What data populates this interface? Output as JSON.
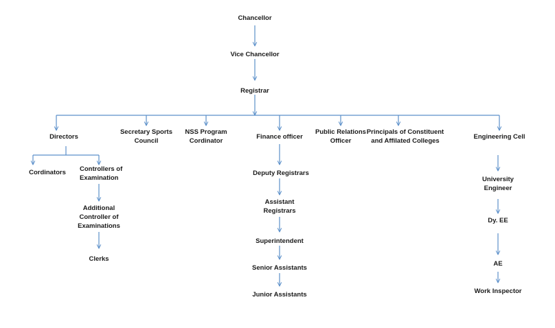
{
  "nodes": {
    "chancellor": "Chancellor",
    "vice_chancellor": "Vice Chancellor",
    "registrar": "Registrar",
    "directors": "Directors",
    "secretary_sports": [
      "Secretary Sports",
      "Council"
    ],
    "nss": [
      "NSS Program",
      "Cordinator"
    ],
    "finance_officer": "Finance officer",
    "public_relations": [
      "Public Relations",
      "Officer"
    ],
    "principals": [
      "Principals of Constituent",
      "and Affilated Colleges"
    ],
    "engineering_cell": "Engineering Cell",
    "cordinators": "Cordinators",
    "controllers": [
      "Controllers of",
      "Examination"
    ],
    "additional_controller": [
      "Additional",
      "Controller of",
      "Examinations"
    ],
    "clerks": "Clerks",
    "deputy_registrars": "Deputy Registrars",
    "assistant_registrars": [
      "Assistant",
      "Registrars"
    ],
    "superintendent": "Superintendent",
    "senior_assistants": "Senior Assistants",
    "junior_assistants": "Junior Assistants",
    "university_engineer": [
      "University",
      "Engineer"
    ],
    "dy_ee": "Dy. EE",
    "ae": "AE",
    "work_inspector": "Work Inspector"
  },
  "colors": {
    "connector": "#5b8fc9",
    "text": "#1a1a1a",
    "background": "#ffffff"
  }
}
